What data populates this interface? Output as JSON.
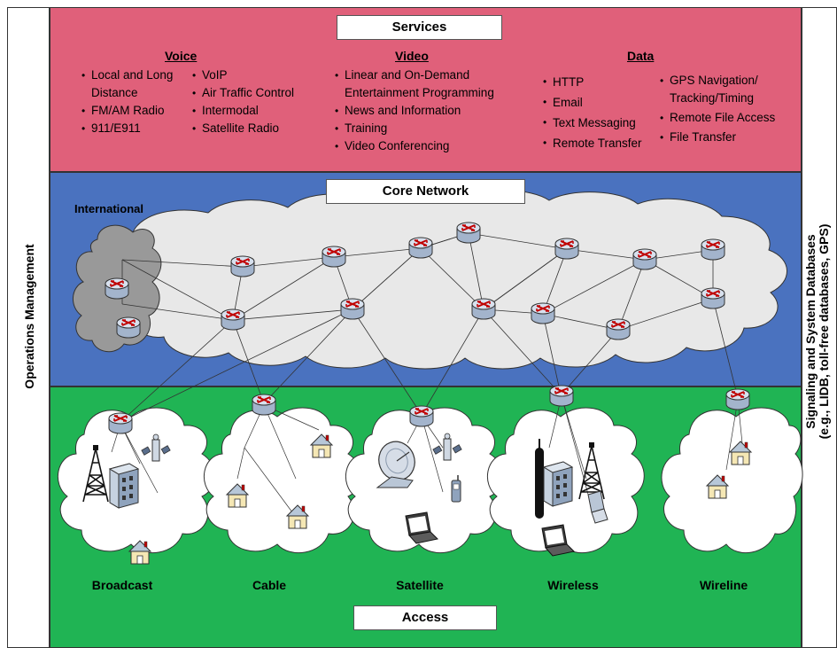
{
  "left_label": "Operations Management",
  "right_label_line1": "Signaling and System Databases",
  "right_label_line2": "(e.g., LIDB, toll-free databases, GPS)",
  "services": {
    "title": "Services",
    "voice": {
      "heading": "Voice",
      "col1": [
        "Local and Long Distance",
        "FM/AM Radio",
        "911/E911"
      ],
      "col2": [
        "VoIP",
        "Air Traffic Control",
        "Intermodal",
        "Satellite Radio"
      ]
    },
    "video": {
      "heading": "Video",
      "items": [
        "Linear and On-Demand Entertainment Programming",
        "News and Information",
        "Training",
        "Video Conferencing"
      ]
    },
    "data": {
      "heading": "Data",
      "col1": [
        "HTTP",
        "Email",
        "Text Messaging",
        "Remote Transfer"
      ],
      "col2": [
        "GPS Navigation/ Tracking/Timing",
        "Remote File Access",
        "File Transfer"
      ]
    }
  },
  "core": {
    "title": "Core Network",
    "international_label": "International"
  },
  "access": {
    "title": "Access",
    "networks": [
      "Broadcast",
      "Cable",
      "Satellite",
      "Wireless",
      "Wireline"
    ]
  },
  "colors": {
    "services_bg": "#e0607a",
    "core_bg": "#4a72bf",
    "access_bg": "#20b454",
    "cloud": "#e8e8e8",
    "international_cloud": "#999999",
    "router_top": "#d8e1ee",
    "router_side": "#a3b4cc",
    "router_arrows": "#c00000"
  },
  "icons": [
    "router-icon",
    "tower-icon",
    "building-icon",
    "satellite-icon",
    "house-icon",
    "dish-icon",
    "laptop-icon",
    "cellphone-icon",
    "flip-phone-icon",
    "antenna-icon"
  ]
}
